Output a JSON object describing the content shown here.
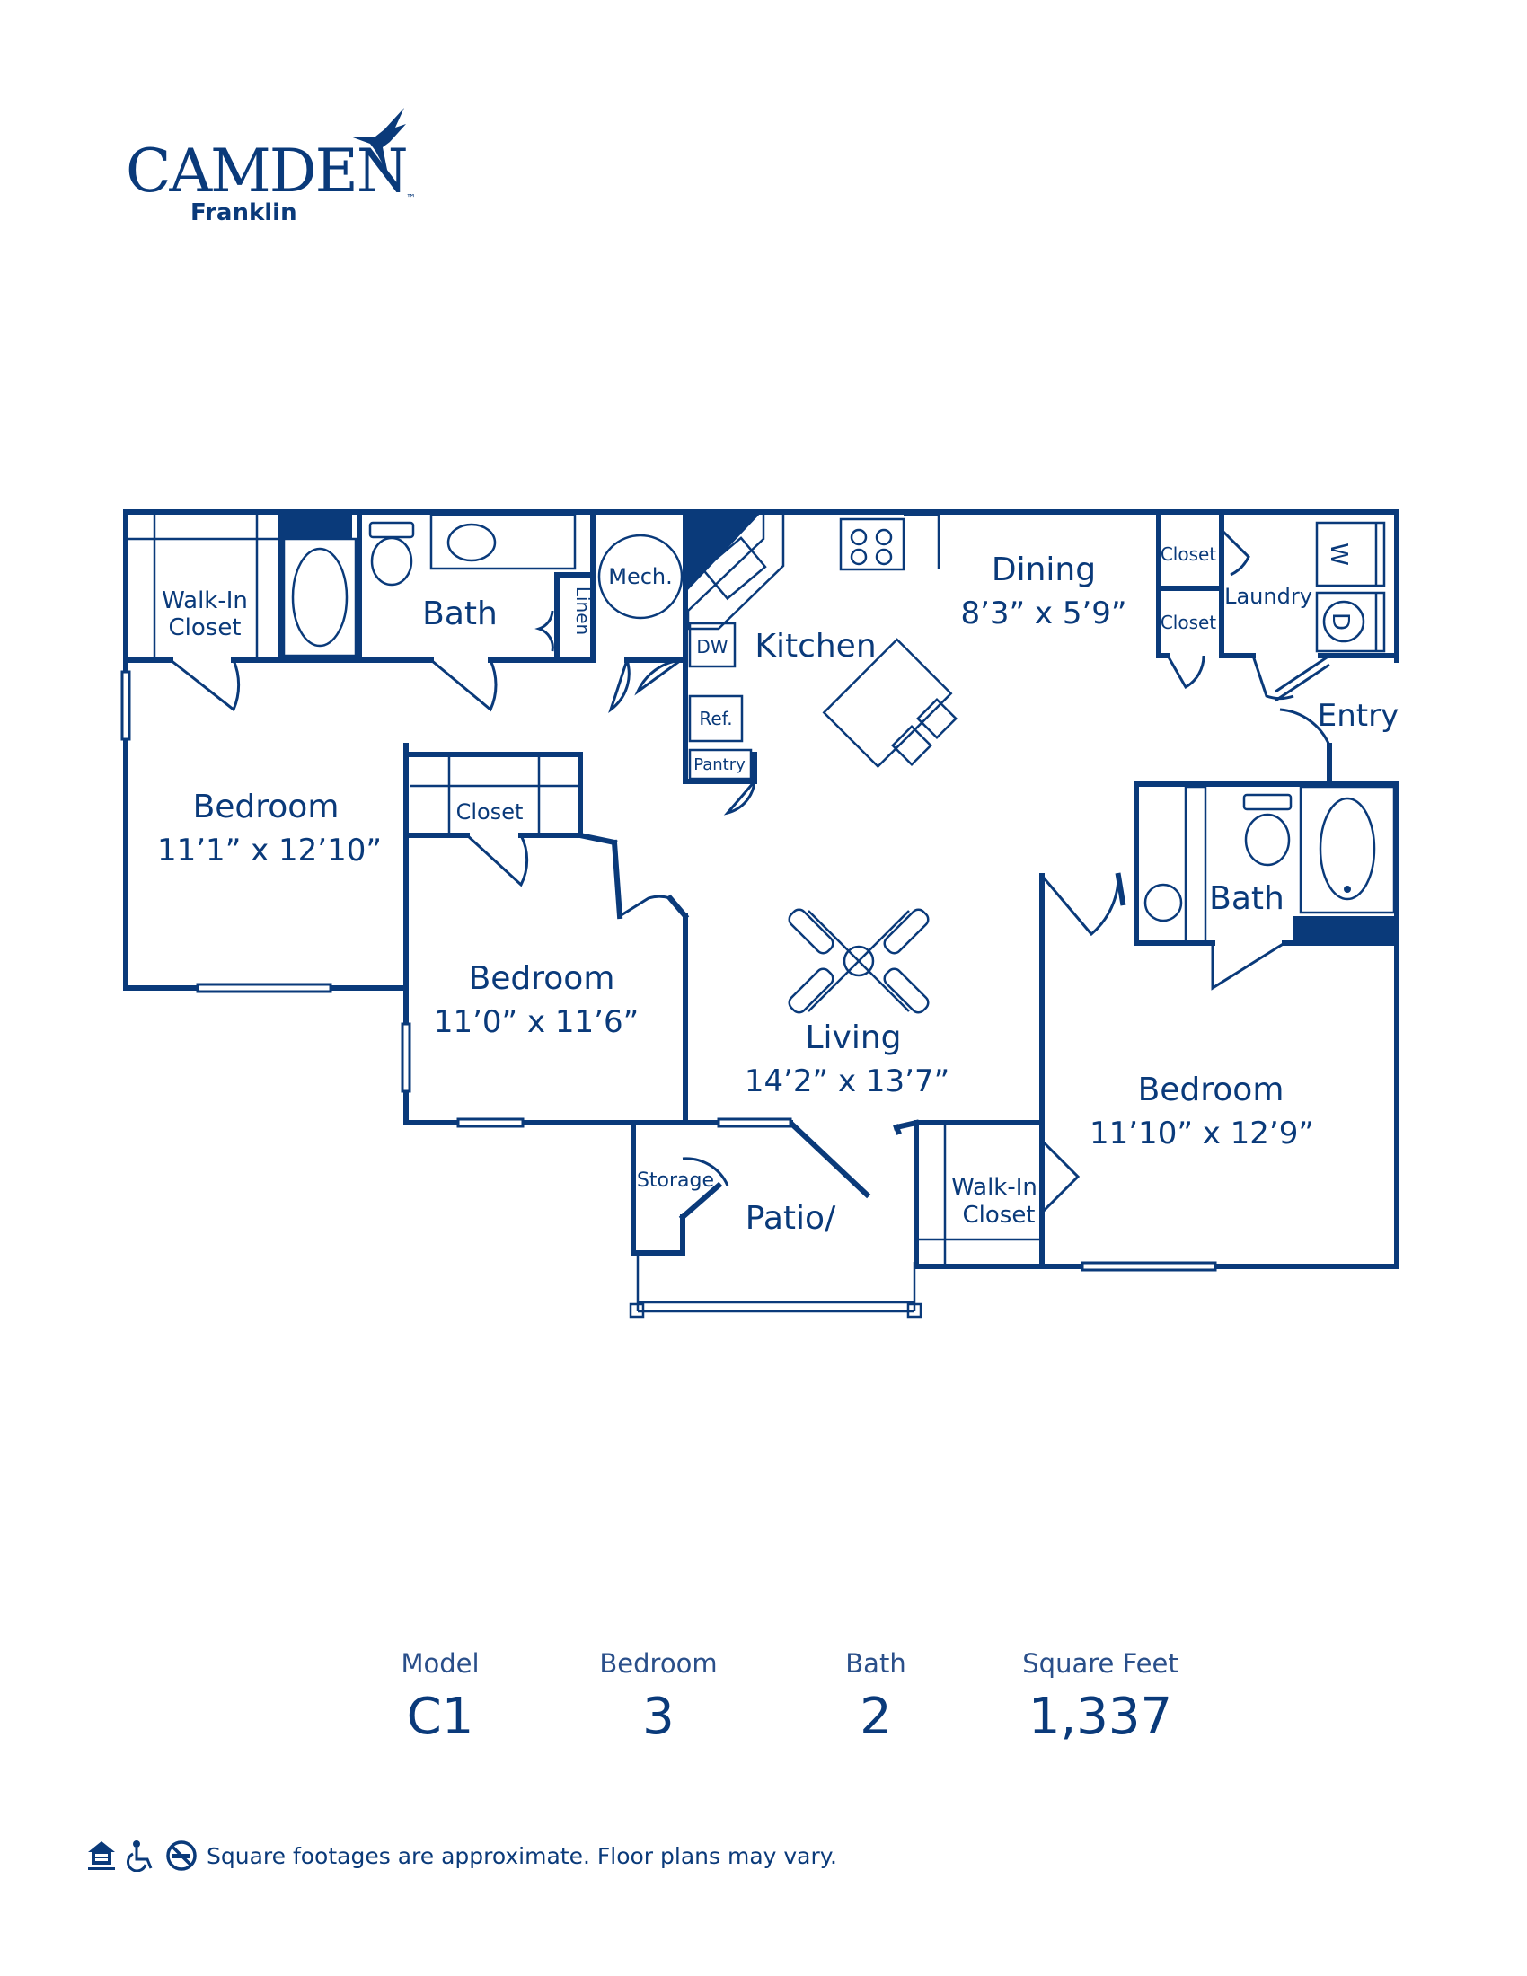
{
  "brand": {
    "name": "CAMDEN",
    "community": "Franklin",
    "logo_icon": "hummingbird-icon",
    "color": "#0a3a7a"
  },
  "rooms": {
    "walk_in_closet_1": "Walk-In\nCloset",
    "bath_1": "Bath",
    "linen": "Linen",
    "mech": "Mech.",
    "kitchen": "Kitchen",
    "dw": "DW",
    "ref": "Ref.",
    "pantry": "Pantry",
    "dining": "Dining",
    "dining_dims": "8’3” x 5’9”",
    "closet_a": "Closet",
    "closet_b": "Closet",
    "laundry": "Laundry",
    "washer": "W",
    "dryer": "D",
    "entry": "Entry",
    "bedroom_1": "Bedroom",
    "bedroom_1_dims": "11’1” x 12’10”",
    "closet_c": "Closet",
    "bedroom_2": "Bedroom",
    "bedroom_2_dims": "11’0” x 11’6”",
    "living": "Living",
    "living_dims": "14’2” x 13’7”",
    "bath_2": "Bath",
    "bedroom_3": "Bedroom",
    "bedroom_3_dims": "11’10” x 12’9”",
    "storage": "Storage",
    "patio": "Patio/",
    "walk_in_closet_2": "Walk-In\nCloset"
  },
  "stats": {
    "model_label": "Model",
    "model_value": "C1",
    "bedroom_label": "Bedroom",
    "bedroom_value": "3",
    "bath_label": "Bath",
    "bath_value": "2",
    "sqft_label": "Square Feet",
    "sqft_value": "1,337"
  },
  "footer": {
    "disclaimer": "Square footages are approximate. Floor plans may vary.",
    "icons": [
      "equal-housing-icon",
      "wheelchair-icon",
      "no-smoking-icon"
    ]
  }
}
